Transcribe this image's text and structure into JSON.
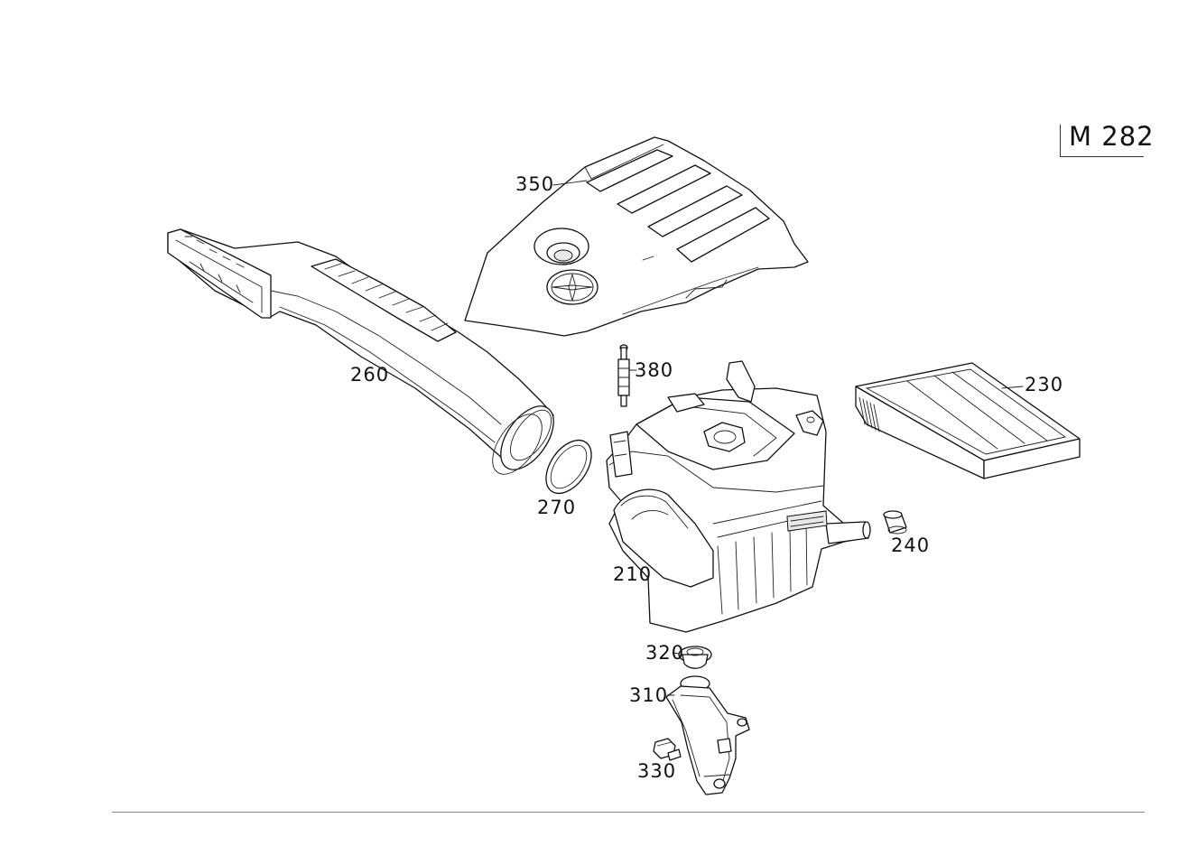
{
  "model_code": "M 282",
  "callouts": {
    "c350": "350",
    "c260": "260",
    "c380": "380",
    "c230": "230",
    "c270": "270",
    "c240": "240",
    "c210": "210",
    "c320": "320",
    "c310": "310",
    "c330": "330"
  }
}
